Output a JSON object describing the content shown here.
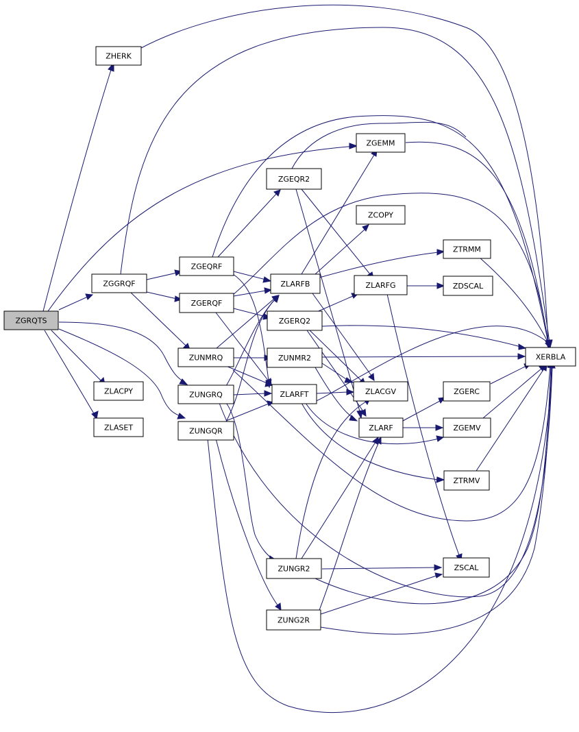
{
  "colors": {
    "edge": "#191970",
    "root_fill": "#bfbfbf",
    "node_fill": "#ffffff",
    "node_stroke": "#000000"
  },
  "nodes": {
    "zgrqts": "ZGRQTS",
    "zherk": "ZHERK",
    "zggrqf": "ZGGRQF",
    "zlacpy": "ZLACPY",
    "zlaset": "ZLASET",
    "zgeqrf": "ZGEQRF",
    "zgerqf": "ZGERQF",
    "zunmrq": "ZUNMRQ",
    "zungrq": "ZUNGRQ",
    "zungqr": "ZUNGQR",
    "zgeqr2": "ZGEQR2",
    "zgemm": "ZGEMM",
    "zcopy": "ZCOPY",
    "zlarfb": "ZLARFB",
    "zgerq2": "ZGERQ2",
    "zunmr2": "ZUNMR2",
    "zlarft": "ZLARFT",
    "zlarfg": "ZLARFG",
    "zlacgv": "ZLACGV",
    "zlarf": "ZLARF",
    "ztrmm": "ZTRMM",
    "zdscal": "ZDSCAL",
    "zgerc": "ZGERC",
    "zgemv": "ZGEMV",
    "ztrmv": "ZTRMV",
    "zscal": "ZSCAL",
    "zungr2": "ZUNGR2",
    "zung2r": "ZUNG2R",
    "xerbla": "XERBLA"
  }
}
